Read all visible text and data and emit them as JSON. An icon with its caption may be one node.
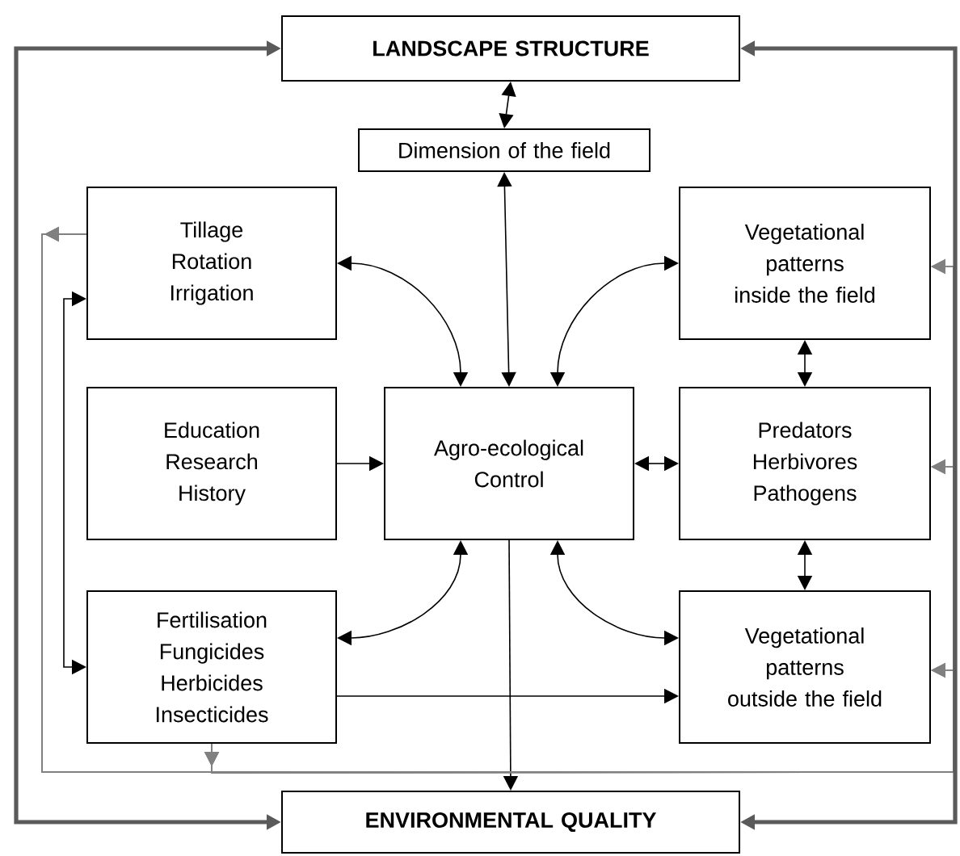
{
  "diagram": {
    "nodes": [
      {
        "text": [
          "LANDSCAPE STRUCTURE"
        ]
      },
      {
        "text": [
          "Dimension of the field"
        ]
      },
      {
        "text": [
          "Tillage",
          "Rotation",
          "Irrigation"
        ]
      },
      {
        "text": [
          "Vegetational patterns inside the field"
        ]
      },
      {
        "text": [
          "Education",
          "Research",
          "History"
        ]
      },
      {
        "text": [
          "Agro-ecological Control"
        ]
      },
      {
        "text": [
          "Predators",
          "Herbivores",
          "Pathogens"
        ]
      },
      {
        "text": [
          "Fertilisation",
          "Fungicides",
          "Herbicides",
          "Insecticides"
        ]
      },
      {
        "text": [
          "Vegetational patterns outside the field"
        ]
      },
      {
        "text": [
          "ENVIRONMENTAL QUALITY"
        ]
      }
    ],
    "edges": [
      {
        "from": 0,
        "to": 1,
        "arrow": "both"
      },
      {
        "from": 1,
        "to": 5,
        "arrow": "both"
      },
      {
        "from": 2,
        "to": 5,
        "arrow": "both"
      },
      {
        "from": 3,
        "to": 5,
        "arrow": "both"
      },
      {
        "from": 4,
        "to": 5,
        "arrow": "to"
      },
      {
        "from": 5,
        "to": 6,
        "arrow": "both"
      },
      {
        "from": 3,
        "to": 6,
        "arrow": "both"
      },
      {
        "from": 6,
        "to": 8,
        "arrow": "both"
      },
      {
        "from": 7,
        "to": 5,
        "arrow": "both"
      },
      {
        "from": 8,
        "to": 5,
        "arrow": "both"
      },
      {
        "from": 7,
        "to": 8,
        "arrow": "to"
      },
      {
        "from": 5,
        "to": 9,
        "arrow": "to"
      },
      {
        "from": 2,
        "to": 7,
        "arrow": "both"
      },
      {
        "from": 2,
        "to": 3,
        "arrow": "to",
        "color": "#808080"
      },
      {
        "from": 2,
        "to": 6,
        "arrow": "to",
        "color": "#808080"
      },
      {
        "from": 2,
        "to": 8,
        "arrow": "to",
        "color": "#808080"
      },
      {
        "from": 7,
        "to": 3,
        "arrow": "to",
        "color": "#808080"
      },
      {
        "from": 7,
        "to": 6,
        "arrow": "to",
        "color": "#808080"
      },
      {
        "from": 7,
        "to": 8,
        "arrow": "to",
        "color": "#808080"
      },
      {
        "from": 9,
        "to": 0,
        "arrow": "both",
        "style": "thick",
        "color": "#5a5a5a"
      },
      {
        "from": 9,
        "to": 0,
        "arrow": "both",
        "style": "thick",
        "color": "#5a5a5a"
      }
    ]
  }
}
